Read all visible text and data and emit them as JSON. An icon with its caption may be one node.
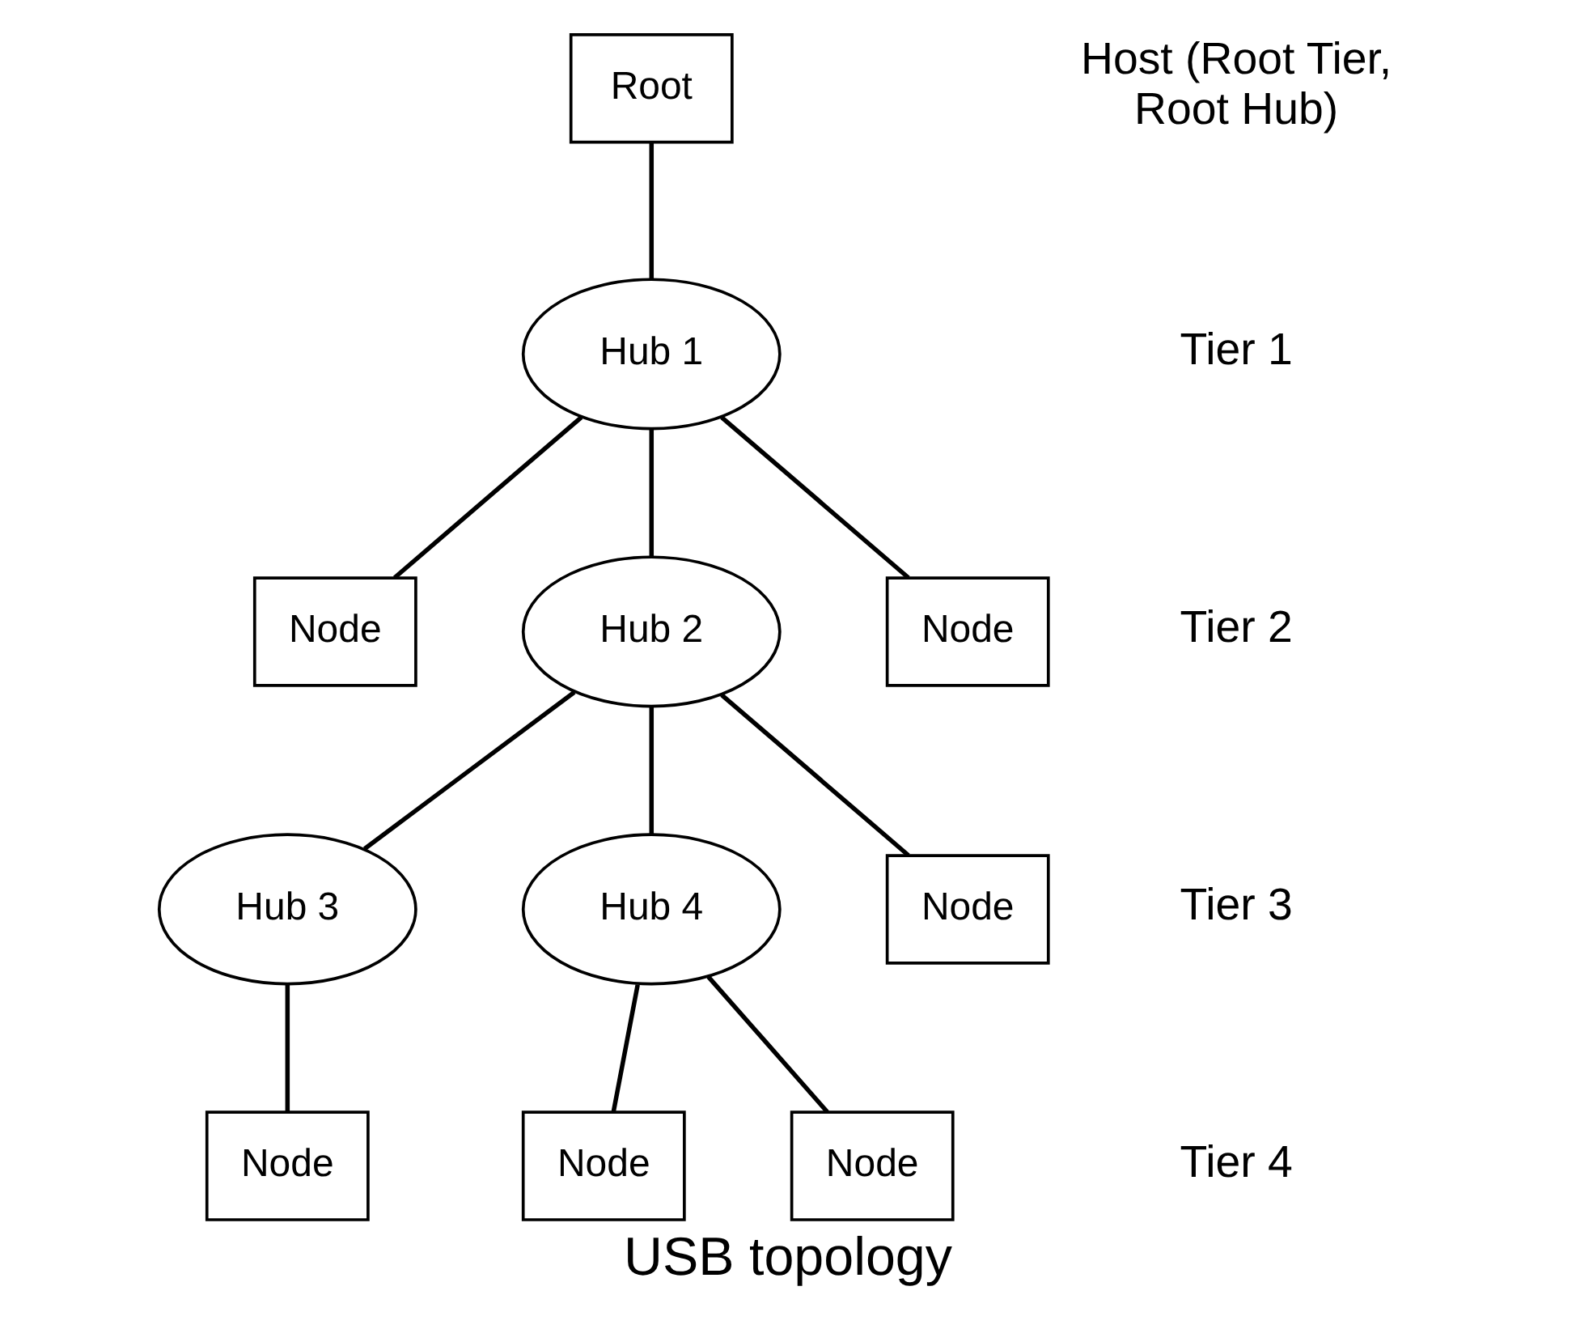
{
  "diagram": {
    "caption": "USB topology",
    "nodes": [
      {
        "text": [
          "Root"
        ]
      },
      {
        "text": [
          "Hub 1"
        ]
      },
      {
        "text": [
          "Node"
        ]
      },
      {
        "text": [
          "Hub 2"
        ]
      },
      {
        "text": [
          "Node"
        ]
      },
      {
        "text": [
          "Hub 3"
        ]
      },
      {
        "text": [
          "Hub 4"
        ]
      },
      {
        "text": [
          "Node"
        ]
      },
      {
        "text": [
          "Node"
        ]
      },
      {
        "text": [
          "Node"
        ]
      },
      {
        "text": [
          "Node"
        ]
      }
    ],
    "edges": [
      {
        "from": 0,
        "to": 1,
        "arrow": "none"
      },
      {
        "from": 1,
        "to": 3,
        "arrow": "none"
      },
      {
        "from": 1,
        "to": 4,
        "arrow": "none"
      },
      {
        "from": 1,
        "to": 2,
        "arrow": "none"
      },
      {
        "from": 3,
        "to": 5,
        "arrow": "none"
      },
      {
        "from": 3,
        "to": 6,
        "arrow": "none"
      },
      {
        "from": 3,
        "to": 7,
        "arrow": "none"
      },
      {
        "from": 5,
        "to": 8,
        "arrow": "none"
      },
      {
        "from": 6,
        "to": 9,
        "arrow": "none"
      },
      {
        "from": 6,
        "to": 10,
        "arrow": "none"
      }
    ],
    "labels": [
      "Host (Root Tier, Root Hub)",
      "Tier 1",
      "Tier 2",
      "Tier 3",
      "Tier 4"
    ]
  }
}
